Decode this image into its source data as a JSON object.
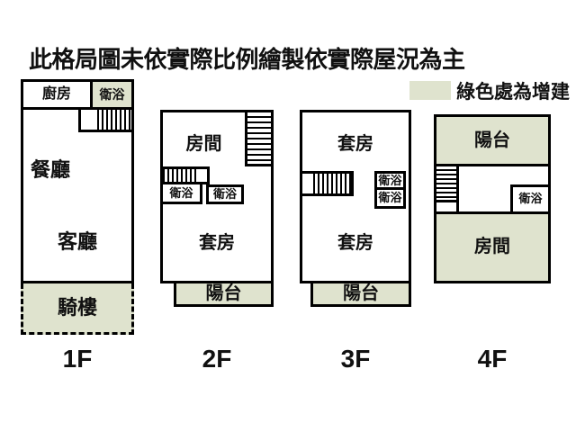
{
  "title": "此格局圖未依實際比例繪製依實際屋況為主",
  "legend": {
    "label": "綠色處為增建"
  },
  "colors": {
    "addition_green": "#dfe3ce",
    "outline": "#000000"
  },
  "floors": [
    {
      "label": "1F",
      "rooms": {
        "kitchen": "廚房",
        "bath": "衛浴",
        "dining": "餐廳",
        "living": "客廳",
        "arcade": "騎樓"
      }
    },
    {
      "label": "2F",
      "rooms": {
        "bedroom": "房間",
        "bath_left": "衛浴",
        "bath_right": "衛浴",
        "suite": "套房",
        "balcony": "陽台"
      }
    },
    {
      "label": "3F",
      "rooms": {
        "suite_upper": "套房",
        "bath_upper": "衛浴",
        "bath_lower": "衛浴",
        "suite_lower": "套房",
        "balcony": "陽台"
      }
    },
    {
      "label": "4F",
      "rooms": {
        "balcony": "陽台",
        "bath": "衛浴",
        "bedroom": "房間"
      }
    }
  ]
}
